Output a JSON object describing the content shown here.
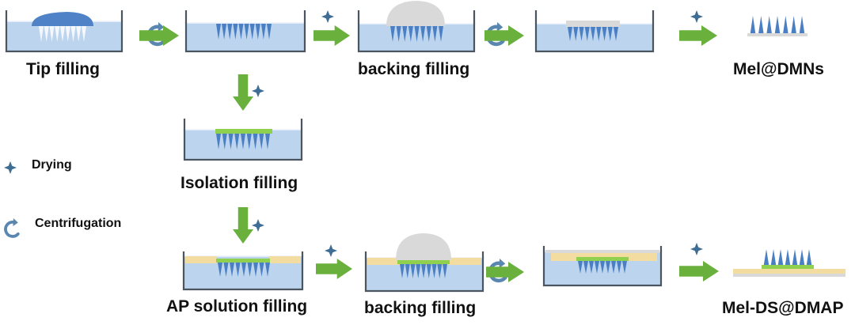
{
  "colors": {
    "tray_fill": "#bcd4ee",
    "tray_wall": "#4a5560",
    "liquid_dark": "#4f82c6",
    "needle": "#4a7fc4",
    "needle_white": "#f4f8fc",
    "backing": "#d9d9d9",
    "isolation": "#8fd14f",
    "ap_layer": "#f2dca0",
    "arrow_green": "#6ab03d",
    "centrifuge_icon": "#5a87b0",
    "drying_icon": "#3f6d93",
    "label_text": "#111111"
  },
  "labels": {
    "tip_filling": "Tip filling",
    "backing_filling_top": "backing filling",
    "mel_dmns": "Mel@DMNs",
    "isolation_filling": "Isolation filling",
    "ap_solution_filling": "AP solution filling",
    "backing_filling_bottom": "backing filling",
    "mel_ds_dmap": "Mel-DS@DMAP"
  },
  "legend": {
    "drying": {
      "icon": "sparkle-icon",
      "label": "Drying"
    },
    "centrifugation": {
      "icon": "curved-arrow-icon",
      "label": "Centrifugation"
    }
  }
}
